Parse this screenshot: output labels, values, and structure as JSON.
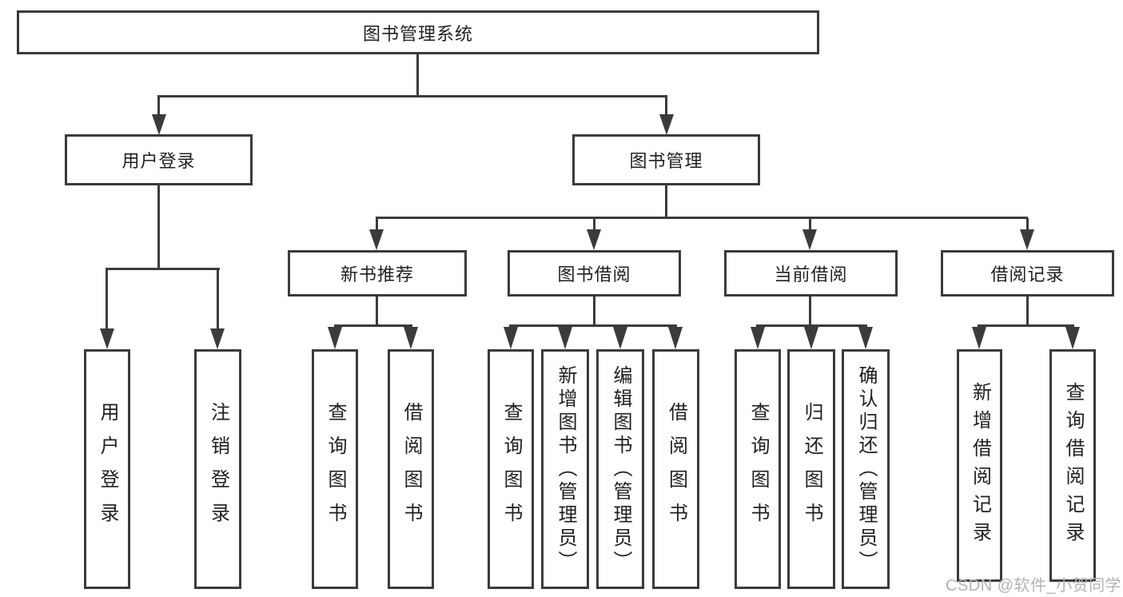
{
  "colors": {
    "line": "#3b3b3b",
    "text": "#1f1f1f",
    "watermark": "#b8b1b0",
    "background": "#ffffff"
  },
  "diagram_type": "hierarchical-function-tree",
  "nodes": {
    "root": {
      "label": "图书管理系统"
    },
    "level2": [
      {
        "label": "用户登录"
      },
      {
        "label": "图书管理"
      }
    ],
    "level3": [
      {
        "label": "新书推荐"
      },
      {
        "label": "图书借阅"
      },
      {
        "label": "当前借阅"
      },
      {
        "label": "借阅记录"
      }
    ],
    "leaves": [
      {
        "label": "用户登录",
        "parent": "用户登录"
      },
      {
        "label": "注销登录",
        "parent": "用户登录"
      },
      {
        "label": "查询图书",
        "parent": "新书推荐"
      },
      {
        "label": "借阅图书",
        "parent": "新书推荐"
      },
      {
        "label": "查询图书",
        "parent": "图书借阅"
      },
      {
        "label": "新增图书（管理员）",
        "parent": "图书借阅"
      },
      {
        "label": "编辑图书（管理员）",
        "parent": "图书借阅"
      },
      {
        "label": "借阅图书",
        "parent": "图书借阅"
      },
      {
        "label": "查询图书",
        "parent": "当前借阅"
      },
      {
        "label": "归还图书",
        "parent": "当前借阅"
      },
      {
        "label": "确认归还（管理员）",
        "parent": "当前借阅"
      },
      {
        "label": "新增借阅记录",
        "parent": "借阅记录"
      },
      {
        "label": "查询借阅记录",
        "parent": "借阅记录"
      }
    ]
  },
  "watermark": {
    "text": "CSDN @软件_小贺同学"
  }
}
